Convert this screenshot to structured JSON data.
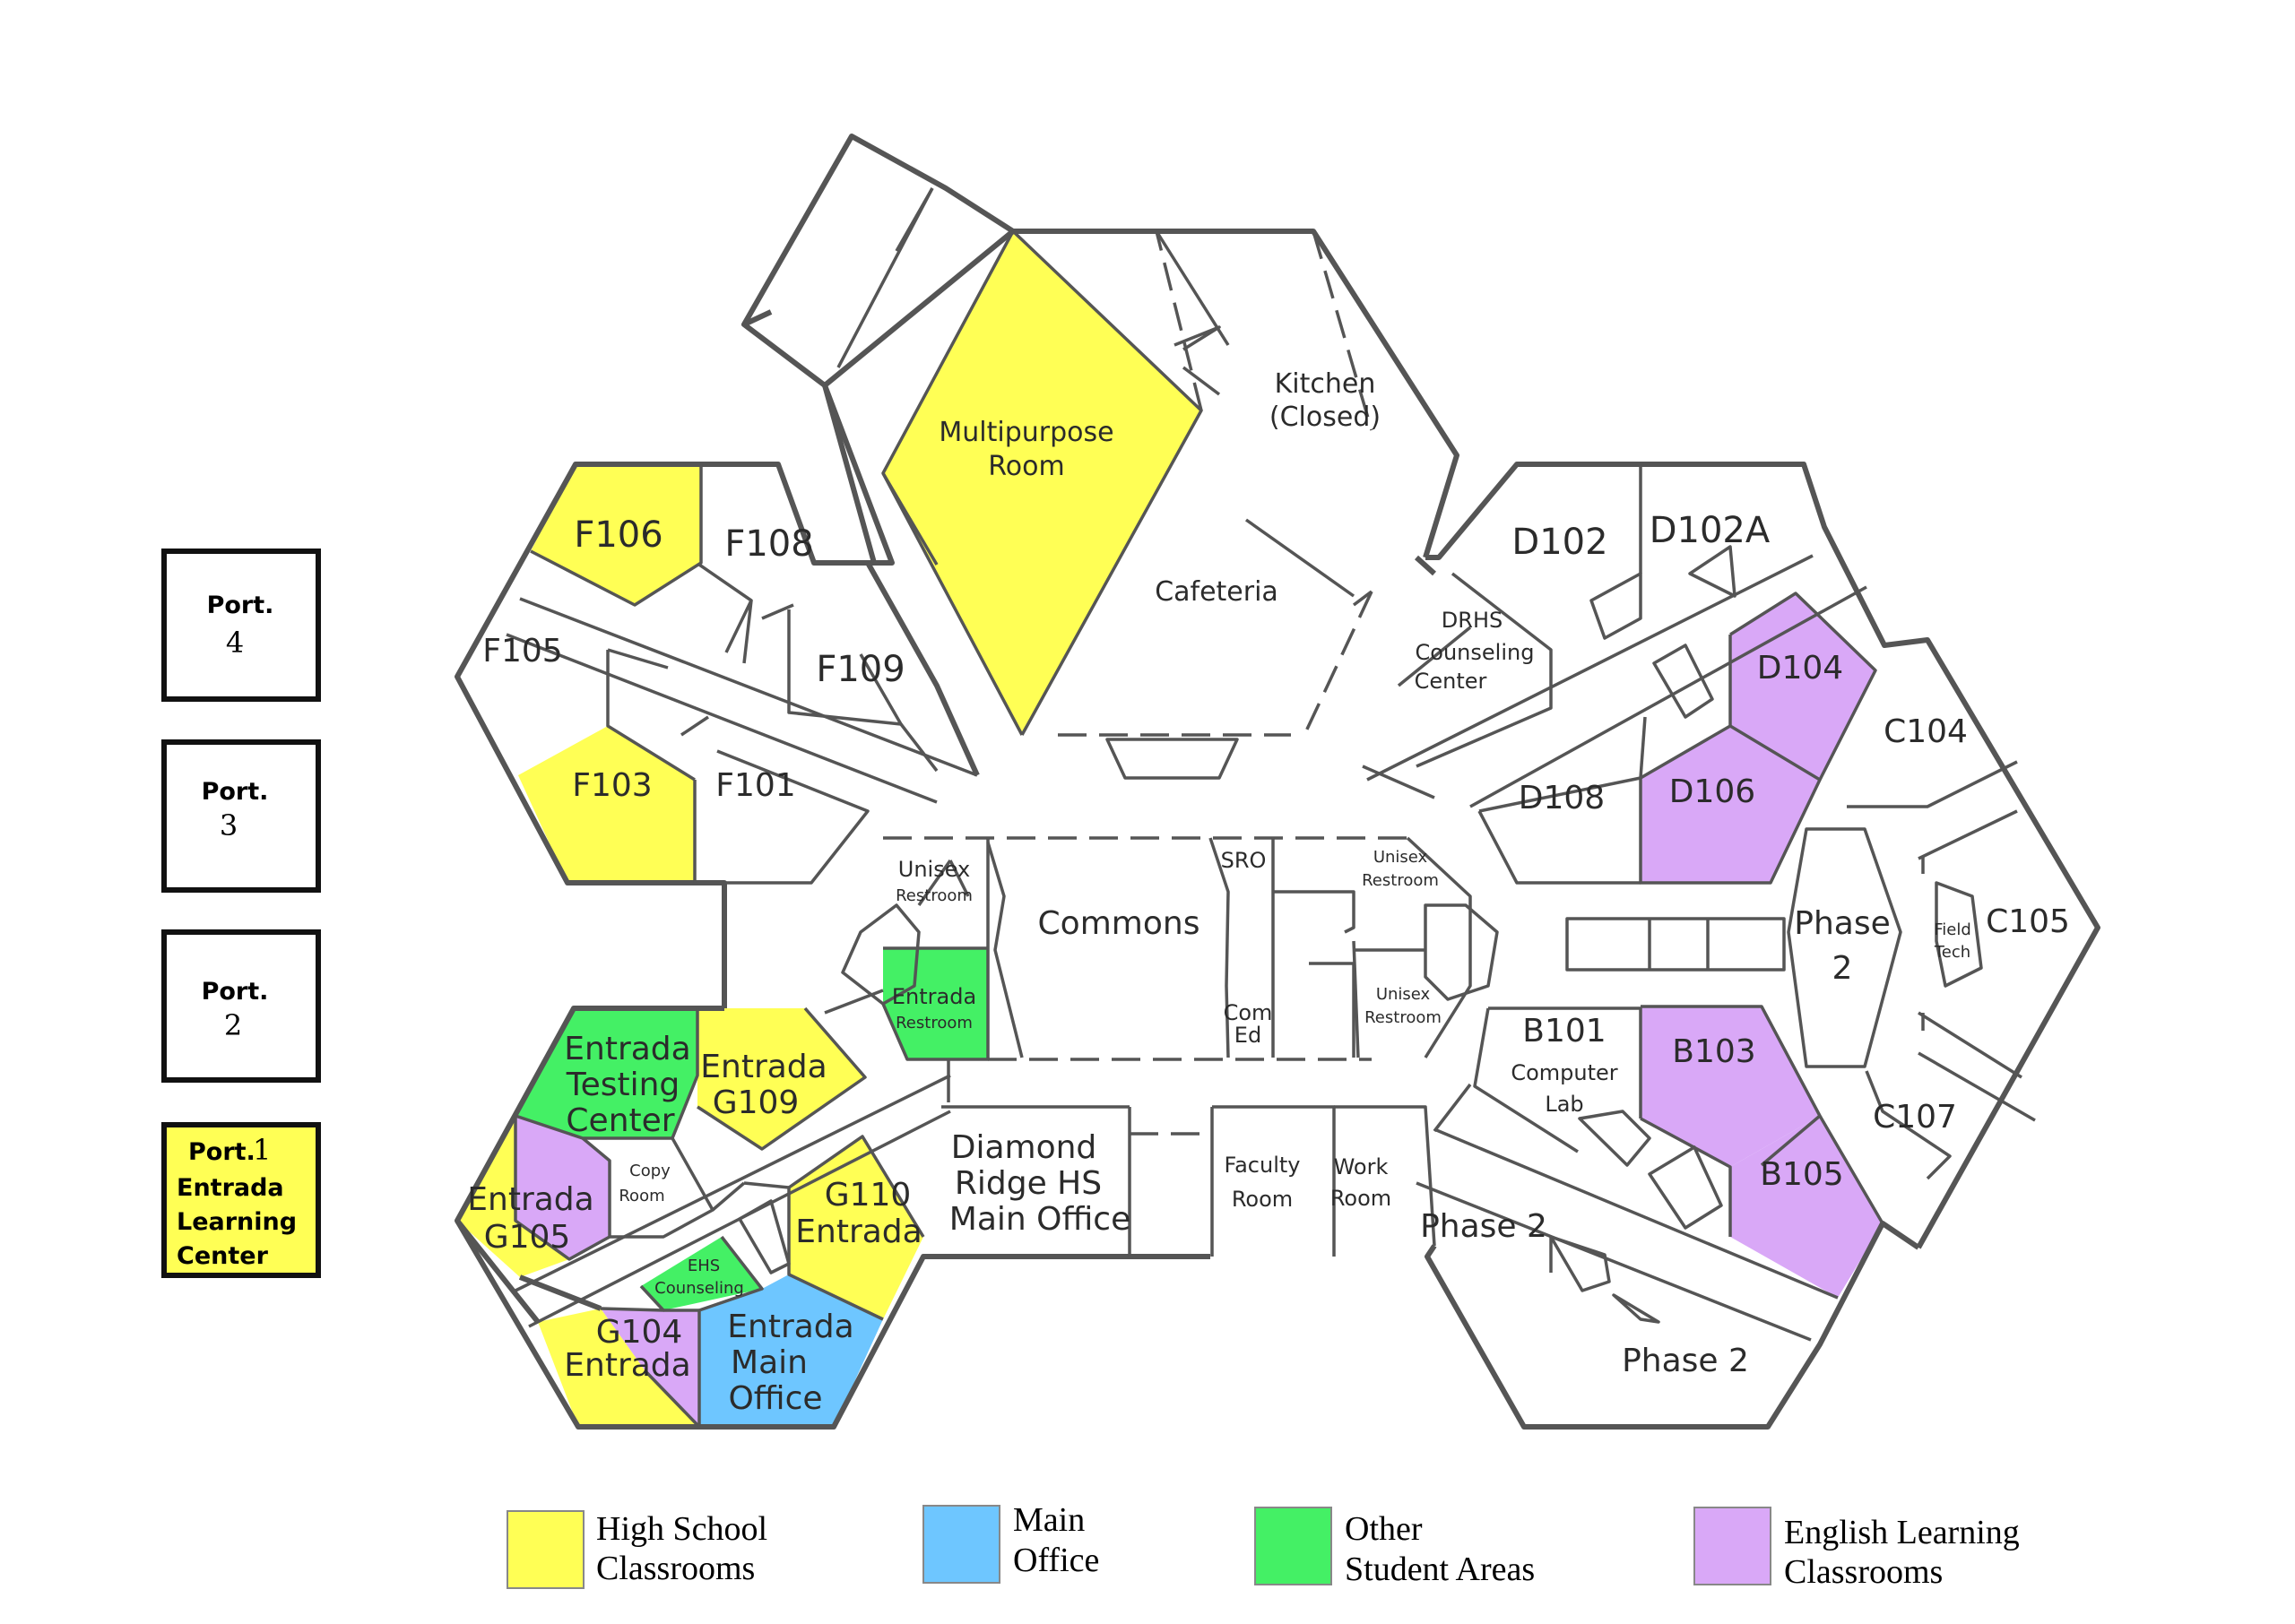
{
  "colors": {
    "high_school": "#ffff55",
    "main_office": "#6ec6ff",
    "student_areas": "#44f065",
    "english_learning": "#d9a8f7"
  },
  "portables": [
    {
      "line1": "Port.",
      "line2": "4"
    },
    {
      "line1": "Port.",
      "line2": "3"
    },
    {
      "line1": "Port.",
      "line2": "2"
    },
    {
      "line1": "Port.",
      "line2": "1",
      "line3": "Entrada",
      "line4": "Learning",
      "line5": "Center"
    }
  ],
  "rooms": {
    "multipurpose_1": "Multipurpose",
    "multipurpose_2": "Room",
    "kitchen_1": "Kitchen",
    "kitchen_2": "(Closed)",
    "cafeteria": "Cafeteria",
    "f106": "F106",
    "f108": "F108",
    "f105": "F105",
    "f109": "F109",
    "f103": "F103",
    "f101": "F101",
    "d102": "D102",
    "d102a": "D102A",
    "drhs_1": "DRHS",
    "drhs_2": "Counseling",
    "drhs_3": "Center",
    "d104": "D104",
    "c104": "C104",
    "d108": "D108",
    "d106": "D106",
    "phase2_center_1": "Phase",
    "phase2_center_2": "2",
    "field_1": "Field",
    "field_2": "Tech",
    "c105": "C105",
    "unisex_1": "Unisex",
    "unisex_1b": "Restroom",
    "entrada_restroom_1": "Entrada",
    "entrada_restroom_2": "Restroom",
    "commons": "Commons",
    "sro": "SRO",
    "com_ed_1": "Com",
    "com_ed_2": "Ed",
    "unisex_2": "Unisex",
    "unisex_2b": "Restroom",
    "unisex_3": "Unisex",
    "unisex_3b": "Restroom",
    "b101_1": "B101",
    "b101_2": "Computer",
    "b101_3": "Lab",
    "b103": "B103",
    "c107": "C107",
    "b105": "B105",
    "testing_1": "Entrada",
    "testing_2": "Testing",
    "testing_3": "Center",
    "g109_1": "Entrada",
    "g109_2": "G109",
    "copy_1": "Copy",
    "copy_2": "Room",
    "g105_1": "Entrada",
    "g105_2": "G105",
    "g110_1": "G110",
    "g110_2": "Entrada",
    "ehs_1": "EHS",
    "ehs_2": "Counseling",
    "g104_1": "G104",
    "g104_2": "Entrada",
    "entrada_office_1": "Entrada",
    "entrada_office_2": "Main",
    "entrada_office_3": "Office",
    "diamond_1": "Diamond",
    "diamond_2": "Ridge HS",
    "diamond_3": "Main Office",
    "faculty_1": "Faculty",
    "faculty_2": "Room",
    "work_1": "Work",
    "work_2": "Room",
    "phase2_left": "Phase 2",
    "phase2_bottom": "Phase 2"
  },
  "legend": [
    {
      "line1": "High School",
      "line2": "Classrooms"
    },
    {
      "line1": "Main",
      "line2": "Office"
    },
    {
      "line1": "Other",
      "line2": "Student Areas"
    },
    {
      "line1": "English Learning",
      "line2": "Classrooms"
    }
  ]
}
